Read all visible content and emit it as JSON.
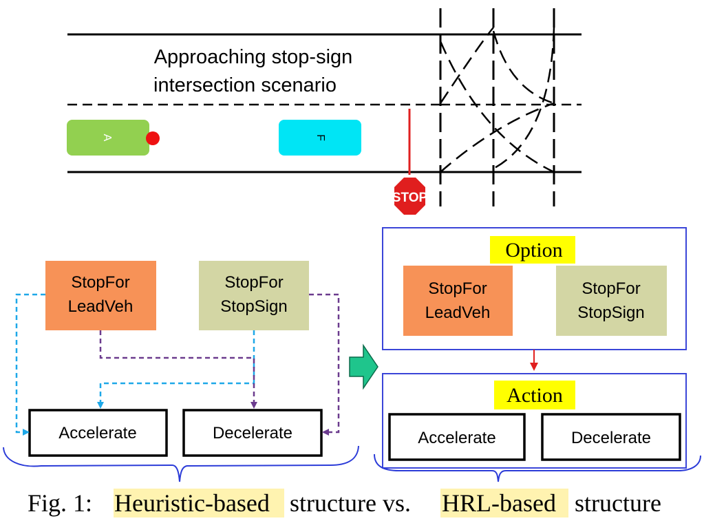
{
  "scenario": {
    "title_line1": "Approaching stop-sign",
    "title_line2": "intersection scenario",
    "vehicle_a": "A",
    "vehicle_f": "F",
    "stop_sign": "STOP"
  },
  "heuristic": {
    "opt1_line1": "StopFor",
    "opt1_line2": "LeadVeh",
    "opt2_line1": "StopFor",
    "opt2_line2": "StopSign",
    "act1": "Accelerate",
    "act2": "Decelerate"
  },
  "hrl": {
    "option_label": "Option",
    "opt1_line1": "StopFor",
    "opt1_line2": "LeadVeh",
    "opt2_line1": "StopFor",
    "opt2_line2": "StopSign",
    "action_label": "Action",
    "act1": "Accelerate",
    "act2": "Decelerate"
  },
  "caption": {
    "prefix": "Fig. 1: ",
    "hl1": "Heuristic-based",
    "mid": " structure vs. ",
    "hl2": "HRL-based",
    "suffix": " structure"
  },
  "colors": {
    "orange": "#f79257",
    "olive": "#d3d6a4",
    "green": "#92d050",
    "cyan": "#00e5f5",
    "highlight": "#ffff00",
    "caption_highlight": "#fff3b0",
    "blue_dash": "#1ea8e8",
    "purple_dash": "#6b3b8e",
    "ink_blue": "#2b3bd8",
    "arrow_green": "#1fc58c"
  }
}
